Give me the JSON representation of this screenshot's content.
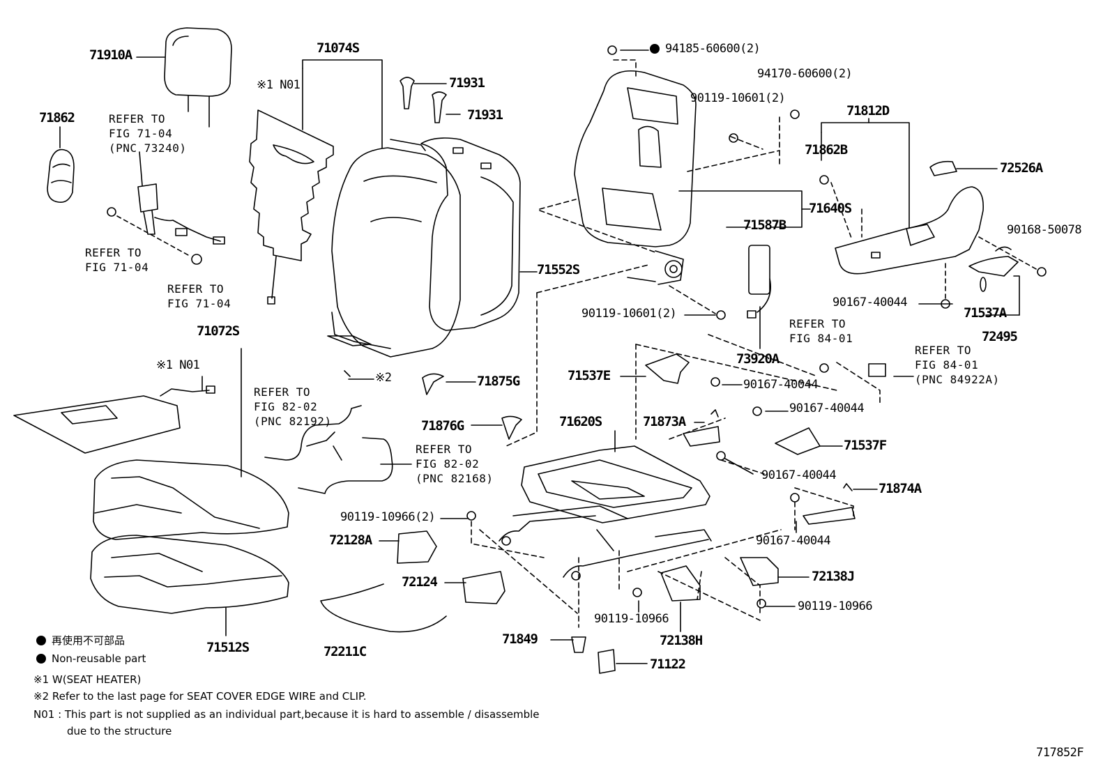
{
  "parts": {
    "p71910A": "71910A",
    "p71862": "71862",
    "p71074S": "71074S",
    "n01_top": "※1 N01",
    "p71931_a": "71931",
    "p71931_b": "71931",
    "p94185": "94185-60600(2)",
    "p94170": "94170-60600(2)",
    "p90119_10601_a": "90119-10601(2)",
    "p71812D": "71812D",
    "p71862B": "71862B",
    "p72526A": "72526A",
    "p71640S": "71640S",
    "p71587B": "71587B",
    "p90168": "90168-50078",
    "p71552S": "71552S",
    "p90119_10601_b": "90119-10601(2)",
    "p90167_a": "90167-40044",
    "p71537A": "71537A",
    "p72495": "72495",
    "p73920A": "73920A",
    "p71072S": "71072S",
    "n01_mid": "※1 N01",
    "note2_mark": "※2",
    "p71875G": "71875G",
    "p71537E": "71537E",
    "p90167_b": "90167-40044",
    "p90167_c": "90167-40044",
    "p71876G": "71876G",
    "p71620S": "71620S",
    "p71873A": "71873A",
    "p71537F": "71537F",
    "p90167_d": "90167-40044",
    "p71874A": "71874A",
    "p90119_10966_2": "90119-10966(2)",
    "p72128A": "72128A",
    "p90167_e": "90167-40044",
    "p72124": "72124",
    "p72138J": "72138J",
    "p90119_10966_a": "90119-10966",
    "p90119_10966_b": "90119-10966",
    "p72138H": "72138H",
    "p71849": "71849",
    "p71512S": "71512S",
    "p72211C": "72211C",
    "p71122": "71122"
  },
  "refs": {
    "r1": [
      "REFER TO",
      "FIG 71-04",
      "(PNC 73240)"
    ],
    "r2": [
      "REFER TO",
      "FIG 71-04"
    ],
    "r3": [
      "REFER TO",
      "FIG 71-04"
    ],
    "r4": [
      "REFER TO",
      "FIG 82-02",
      "(PNC 82192)"
    ],
    "r5": [
      "REFER TO",
      "FIG 82-02",
      "(PNC 82168)"
    ],
    "r6": [
      "REFER TO",
      "FIG 84-01"
    ],
    "r7": [
      "REFER TO",
      "FIG 84-01",
      "(PNC 84922A)"
    ]
  },
  "notes": {
    "nonreusable_jp": "再使用不可部品",
    "nonreusable_en": "Non-reusable part",
    "n1": "※1  W(SEAT  HEATER)",
    "n2": "※2  Refer to the last page for SEAT COVER EDGE WIRE and CLIP.",
    "n01_line1": "N01 : This part is not supplied as an individual part,because it is hard to assemble / disassemble",
    "n01_line2": "due to the structure"
  },
  "figure_id": "717852F"
}
